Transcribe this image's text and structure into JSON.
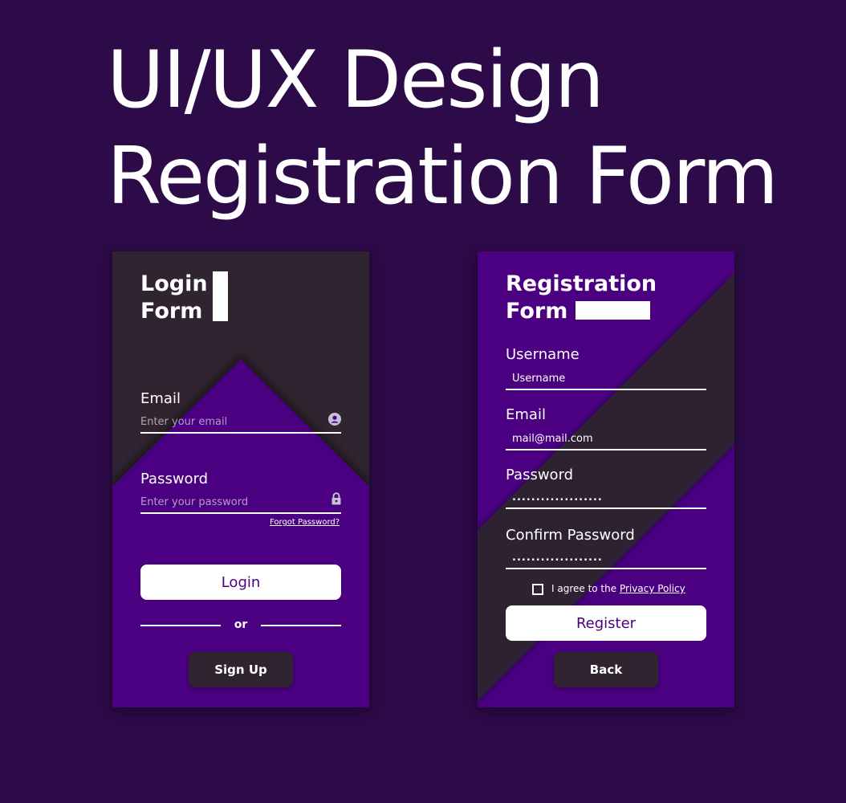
{
  "hero": {
    "line1": "UI/UX Design",
    "line2": "Registration Form"
  },
  "login": {
    "title_line1": "Login",
    "title_line2": "Form",
    "email_label": "Email",
    "email_placeholder": "Enter your email",
    "email_icon": "user-circle-icon",
    "password_label": "Password",
    "password_placeholder": "Enter your password",
    "password_icon": "lock-icon",
    "forgot_label": "Forgot Password?",
    "login_button": "Login",
    "or_text": "or",
    "signup_button": "Sign Up"
  },
  "register": {
    "title_line1": "Registration",
    "title_line2": "Form",
    "username_label": "Username",
    "username_value": "Username",
    "email_label": "Email",
    "email_value": "mail@mail.com",
    "password_label": "Password",
    "password_value": "...................",
    "confirm_label": "Confirm Password",
    "confirm_value": "...................",
    "agree_text": "I agree to the",
    "privacy_link": "Privacy Policy",
    "register_button": "Register",
    "back_button": "Back"
  },
  "colors": {
    "page_bg": "#2d0a48",
    "card_dark": "#2f2430",
    "card_purple": "#4b0082",
    "accent_text": "#4b0082"
  }
}
